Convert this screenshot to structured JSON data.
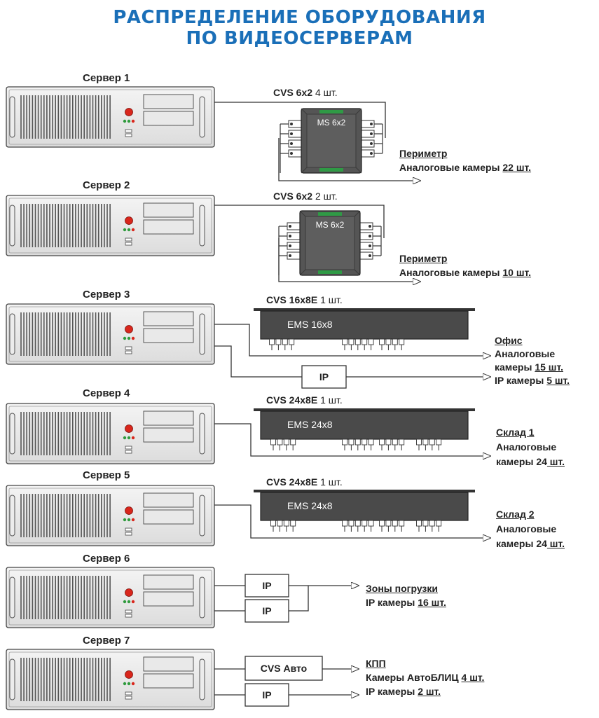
{
  "title": {
    "line1": "РАСПРЕДЕЛЕНИЕ ОБОРУДОВАНИЯ",
    "line2": "ПО ВИДЕОСЕРВЕРАМ"
  },
  "colors": {
    "title": "#1a6fb8",
    "line": "#333333",
    "device_dark": "#4a4a4a",
    "ms_box": "#555555",
    "led_red": "#d9261c",
    "led_green": "#2e9a3c"
  },
  "servers": [
    {
      "label": "Сервер 1"
    },
    {
      "label": "Сервер 2"
    },
    {
      "label": "Сервер 3"
    },
    {
      "label": "Сервер 4"
    },
    {
      "label": "Сервер 5"
    },
    {
      "label": "Сервер 6"
    },
    {
      "label": "Сервер 7"
    }
  ],
  "devices": {
    "cvs1": {
      "model": "CVS 6x2",
      "qty": "4 шт.",
      "box_label": "MS 6x2"
    },
    "cvs2": {
      "model": "CVS 6x2",
      "qty": "2 шт.",
      "box_label": "MS 6x2"
    },
    "cvs3": {
      "model": "CVS 16x8E",
      "qty": "1 шт.",
      "box_label": "EMS 16x8",
      "ip_label": "IP"
    },
    "cvs4": {
      "model": "CVS 24x8E",
      "qty": "1 шт.",
      "box_label": "EMS 24x8"
    },
    "cvs5": {
      "model": "CVS 24x8E",
      "qty": "1 шт.",
      "box_label": "EMS 24x8"
    },
    "s6": {
      "ip1": "IP",
      "ip2": "IP"
    },
    "s7": {
      "auto": "CVS Авто",
      "ip": "IP"
    }
  },
  "descriptions": {
    "d1": {
      "zone": "Периметр",
      "line": "Аналоговые камеры ",
      "count": "22 шт."
    },
    "d2": {
      "zone": "Периметр",
      "line": "Аналоговые камеры ",
      "count": "10 шт."
    },
    "d3": {
      "zone": "Офис",
      "line1": "Аналоговые",
      "line2": "камеры ",
      "count": "15 шт.",
      "ip_line": "IP камеры ",
      "ip_count": "5 шт."
    },
    "d4": {
      "zone": "Склад 1",
      "line1": "Аналоговые",
      "line2": "камеры 24",
      "count": " шт."
    },
    "d5": {
      "zone": "Склад 2",
      "line1": "Аналоговые",
      "line2": "камеры 24",
      "count": " шт."
    },
    "d6": {
      "zone": "Зоны погрузки",
      "line": "IP камеры ",
      "count": "16 шт."
    },
    "d7": {
      "zone": "КПП",
      "line1": "Камеры АвтоБЛИЦ ",
      "count1": "4 шт.",
      "line2": "IP камеры ",
      "count2": "2 шт."
    }
  }
}
